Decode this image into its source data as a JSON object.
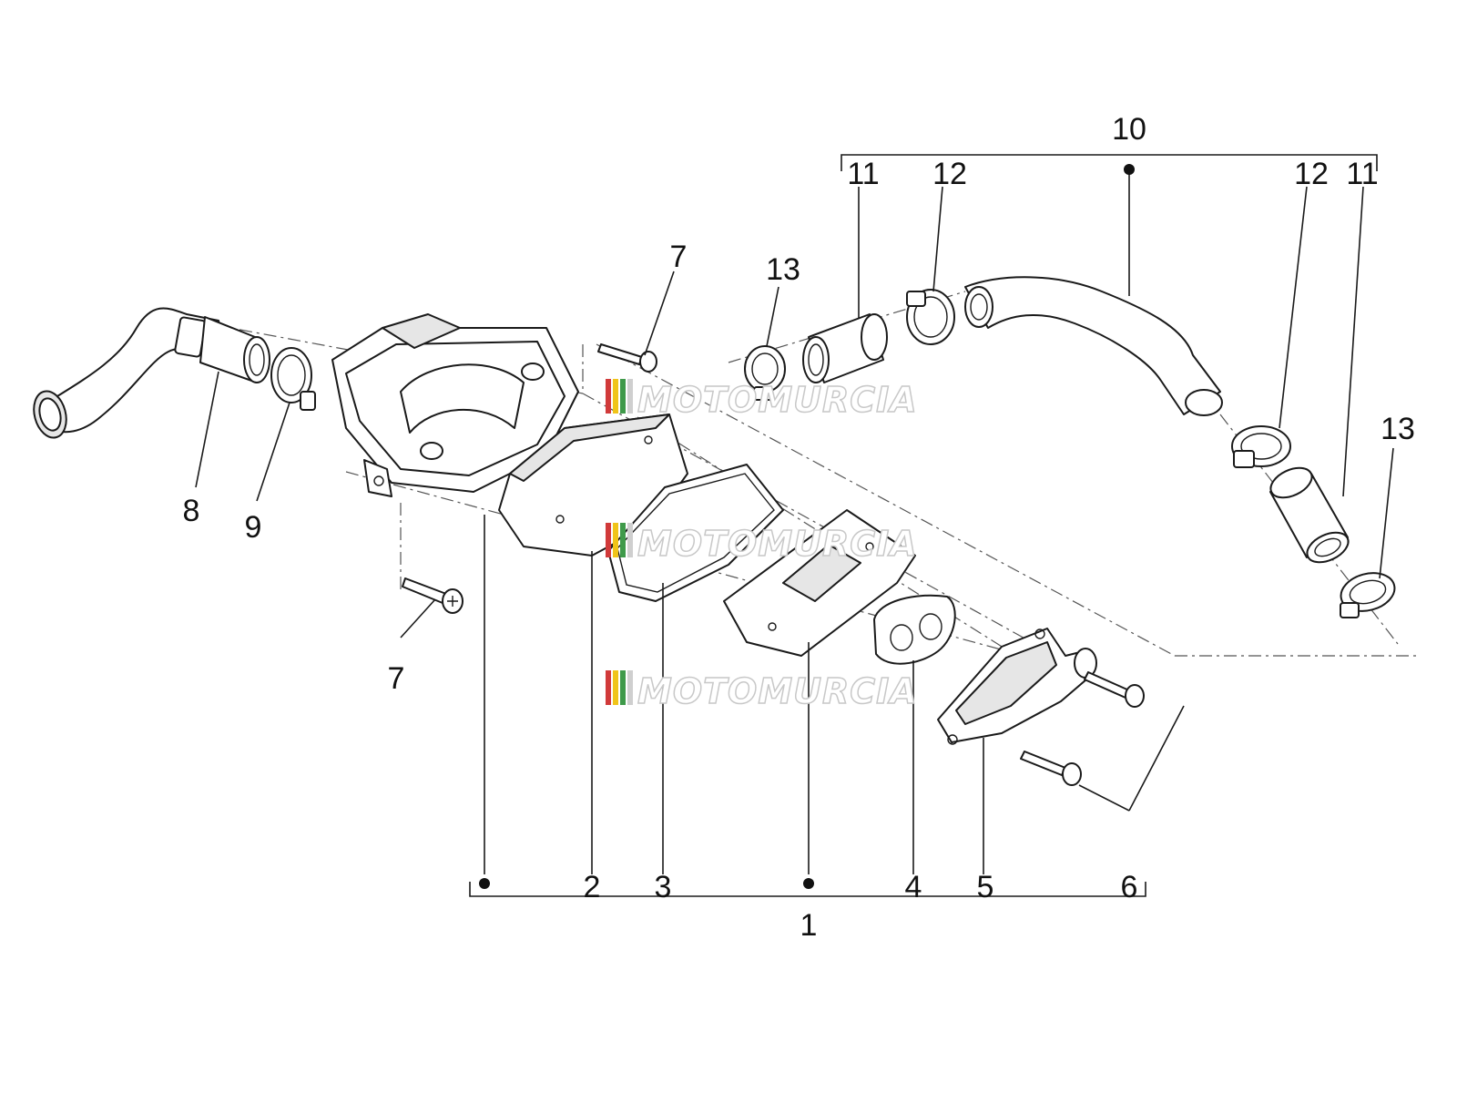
{
  "callouts": {
    "c1": "1",
    "c2": "2",
    "c3": "3",
    "c4": "4",
    "c5": "5",
    "c6": "6",
    "c7a": "7",
    "c7b": "7",
    "c8": "8",
    "c9": "9",
    "c10": "10",
    "c11a": "11",
    "c11b": "11",
    "c12a": "12",
    "c12b": "12",
    "c13a": "13",
    "c13b": "13"
  },
  "watermark": {
    "text": "MOTOMURCIA",
    "stripe_colors": [
      "#d13a3a",
      "#f0c419",
      "#3f9a4a",
      "#cfcfcf"
    ]
  },
  "colors": {
    "line": "#1a1a1a",
    "shade": "#e6e6e6",
    "dash": "#555555"
  }
}
